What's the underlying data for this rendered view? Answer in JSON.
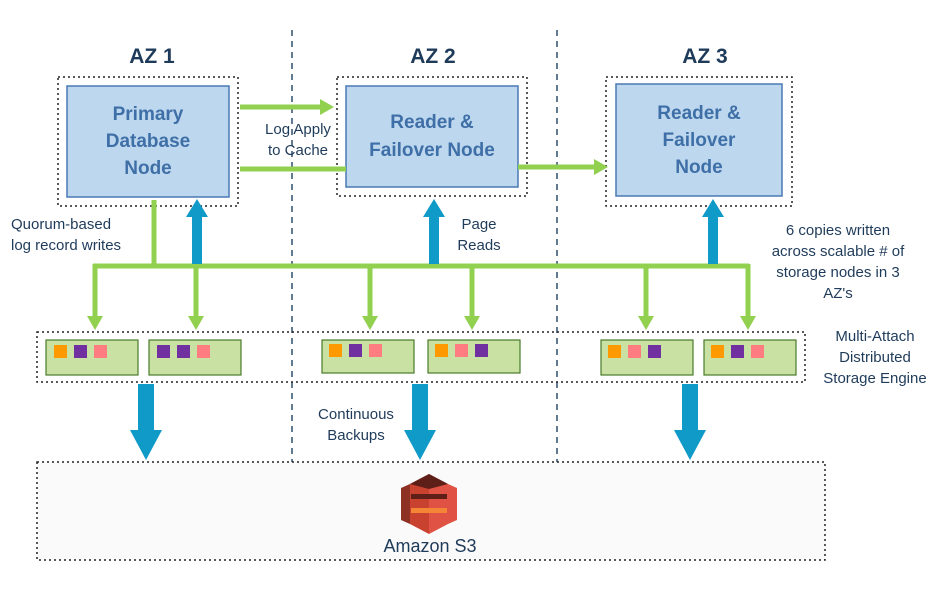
{
  "colors": {
    "node_fill": "#bdd7ee",
    "node_stroke": "#4a78b3",
    "storage_fill": "#c9e2a3",
    "storage_stroke": "#4a7a2a",
    "green_arrow": "#92d050",
    "blue_arrow": "#0f9ac8",
    "orange_square": "#ff9900",
    "purple_square": "#7030a0",
    "pink_square": "#ff7c80",
    "s3_red": "#e05243",
    "dashed_divider": "#2f4f6f"
  },
  "zones": [
    {
      "title": "AZ 1"
    },
    {
      "title": "AZ 2"
    },
    {
      "title": "AZ 3"
    }
  ],
  "nodes": {
    "primary": "Primary\nDatabase\nNode",
    "reader2": "Reader &\nFailover Node",
    "reader3": "Reader &\nFailover\nNode"
  },
  "labels": {
    "log_apply": "Log Apply\nto Cache",
    "quorum": "Quorum-based\nlog record writes",
    "page_reads": "Page\nReads",
    "six_copies": "6 copies written\nacross scalable # of\nstorage nodes in 3\nAZ's",
    "storage_engine": "Multi-Attach\nDistributed\nStorage Engine",
    "backups": "Continuous\nBackups",
    "s3": "Amazon S3"
  },
  "storage_nodes": [
    {
      "squares": [
        "orange",
        "purple",
        "pink"
      ]
    },
    {
      "squares": [
        "purple",
        "purple",
        "pink"
      ]
    },
    {
      "squares": [
        "orange",
        "purple",
        "pink"
      ]
    },
    {
      "squares": [
        "orange",
        "pink",
        "purple"
      ]
    },
    {
      "squares": [
        "orange",
        "pink",
        "purple"
      ]
    },
    {
      "squares": [
        "orange",
        "purple",
        "pink"
      ]
    }
  ],
  "icons": {
    "s3": "amazon-s3-bucket-icon"
  }
}
